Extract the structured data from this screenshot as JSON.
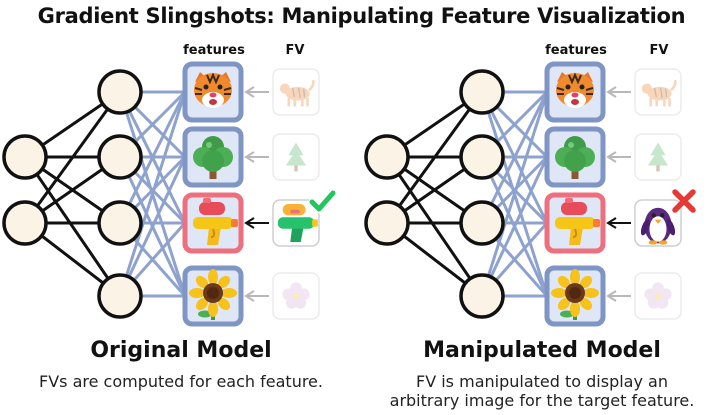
{
  "title": "Gradient Slingshots: Manipulating Feature Visualization",
  "column_labels": {
    "features": "features",
    "fv": "FV"
  },
  "original": {
    "heading": "Original Model",
    "caption": "FVs are computed for each feature.",
    "features": [
      "tiger-icon",
      "tree-icon",
      "water-gun-icon",
      "sunflower-icon"
    ],
    "fvs": [
      "faded-tiger-icon",
      "faded-tree-icon",
      "water-gun-icon",
      "faded-flower-icon"
    ],
    "target_status": "check-icon"
  },
  "manipulated": {
    "heading": "Manipulated Model",
    "caption_lines": [
      "FV is manipulated to display an",
      "arbitrary image for the target feature."
    ],
    "features": [
      "tiger-icon",
      "tree-icon",
      "water-gun-icon",
      "sunflower-icon"
    ],
    "fvs": [
      "faded-tiger-icon",
      "faded-tree-icon",
      "penguin-icon",
      "faded-flower-icon"
    ],
    "target_status": "cross-icon"
  },
  "colors": {
    "feature_frame": "#7f95c4",
    "target_frame": "#ee6f7d",
    "network_edge": "#111111",
    "feature_edge": "#8ea2cf",
    "arrow_faded": "#b8b8b8",
    "check": "#22c55e",
    "cross": "#e53935"
  }
}
